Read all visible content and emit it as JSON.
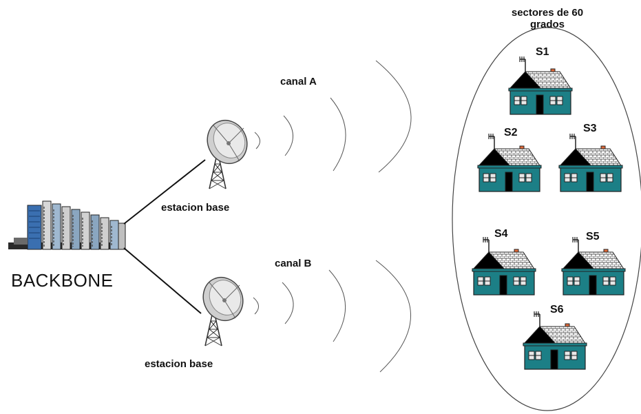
{
  "backbone": {
    "label": "BACKBONE"
  },
  "base_stations": [
    {
      "label": "estacion base"
    },
    {
      "label": "estacion base"
    }
  ],
  "channels": [
    {
      "label": "canal A"
    },
    {
      "label": "canal B"
    }
  ],
  "sectors_group": {
    "title_line1": "sectores de 60",
    "title_line2": "grados"
  },
  "subscribers": [
    {
      "label": "S1",
      "roof_color": "#7a0a0a"
    },
    {
      "label": "S2",
      "roof_color": "#7a0a0a"
    },
    {
      "label": "S3",
      "roof_color": "#7a0a0a"
    },
    {
      "label": "S4",
      "roof_color": "#ff1a1a"
    },
    {
      "label": "S5",
      "roof_color": "#ff1a1a"
    },
    {
      "label": "S6",
      "roof_color": "#ff1a1a"
    }
  ],
  "colors": {
    "wall": "#1c7f86",
    "line": "#222222"
  }
}
